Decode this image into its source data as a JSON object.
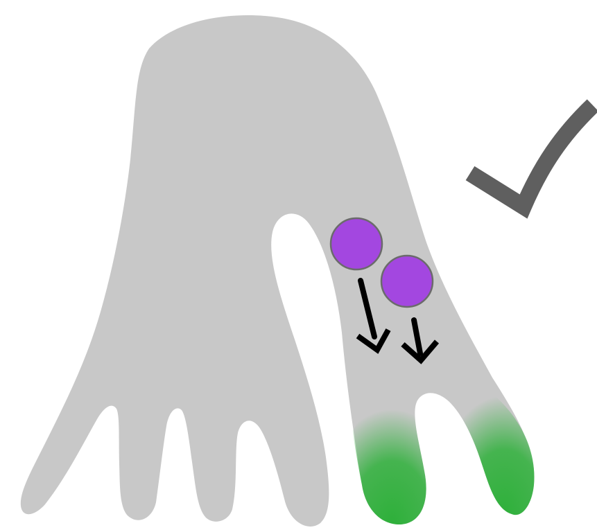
{
  "diagram": {
    "colors": {
      "background": "#ffffff",
      "cell_body": "#c8c8c8",
      "particle_fill": "#a347e0",
      "particle_stroke": "#6b6b6b",
      "arrow": "#000000",
      "green_signal": "#2eb03a",
      "check_mark": "#5f5f5f"
    },
    "particles": [
      {
        "name": "particle-upper"
      },
      {
        "name": "particle-lower"
      }
    ],
    "arrows": [
      {
        "name": "arrow-left"
      },
      {
        "name": "arrow-right"
      }
    ],
    "icons": {
      "check": "check-icon"
    }
  }
}
